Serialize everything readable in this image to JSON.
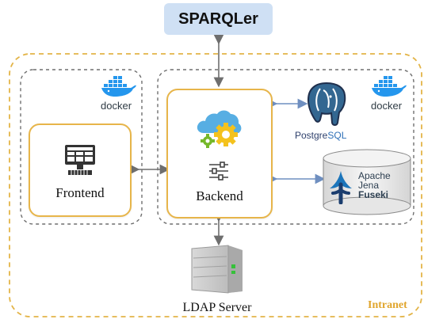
{
  "title": "SPARQLer",
  "components": {
    "frontend": "Frontend",
    "backend": "Backend",
    "ldap": "LDAP Server",
    "intranet": "Intranet",
    "docker_left": "docker",
    "docker_right": "docker",
    "postgres_prefix": "Postgre",
    "postgres_suffix": "SQL",
    "fuseki_line1": "Apache",
    "fuseki_line2": "Jena",
    "fuseki_line3": "Fuseki"
  },
  "colors": {
    "card_border": "#e7b54a",
    "intranet_border": "#e3b447",
    "title_bg": "#cfe0f4",
    "arrow_gray": "#6e6e6e",
    "arrow_blue": "#6f8fc0"
  }
}
